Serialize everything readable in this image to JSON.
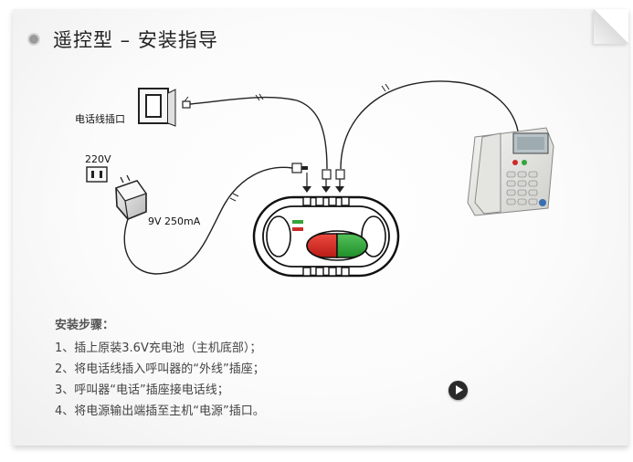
{
  "title": "遥控型 – 安装指导",
  "diagram": {
    "phone_jack_label": "电话线插口",
    "outlet_label": "220V",
    "adapter_label": "9V 250mA"
  },
  "steps": {
    "heading": "安装步骤：",
    "items": [
      "1、插上原装3.6V充电池（主机底部）；",
      "2、将电话线插入呼叫器的“外线”插座；",
      "3、呼叫器“电话”插座接电话线；",
      "4、将电源输出端插至主机“电源”插口。"
    ]
  },
  "colors": {
    "red_button": "#d6261f",
    "green_button": "#2fa83a",
    "indicator_green": "#35a43a",
    "indicator_red": "#cc2a2a"
  },
  "icons": [
    "bullet-icon",
    "phone-jack-icon",
    "outlet-icon",
    "power-adapter-icon",
    "pager-device-icon",
    "telephone-icon",
    "play-icon"
  ]
}
